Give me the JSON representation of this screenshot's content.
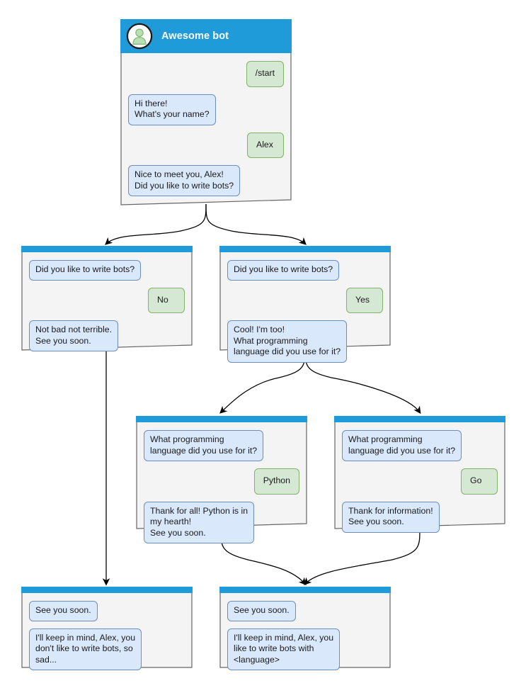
{
  "header": {
    "title": "Awesome bot",
    "avatar_icon": "person-avatar-icon",
    "bar_color": "#1f9bda"
  },
  "colors": {
    "header_blue": "#1f9bda",
    "bot_bubble_fill": "#dae8fc",
    "bot_bubble_border": "#6c8ebf",
    "user_bubble_fill": "#d5e8d4",
    "user_bubble_border": "#82b366",
    "card_fill": "#f4f4f4",
    "card_border": "#666666",
    "edge_stroke": "#000000"
  },
  "nodes": {
    "root": {
      "id": "root",
      "title": "Awesome bot",
      "messages": [
        {
          "side": "user",
          "text": "/start"
        },
        {
          "side": "bot",
          "text": "Hi there!\nWhat's your name?"
        },
        {
          "side": "user",
          "text": "Alex"
        },
        {
          "side": "bot",
          "text": "Nice to meet you, Alex!\nDid you like to write bots?"
        }
      ]
    },
    "no_branch": {
      "id": "no_branch",
      "messages": [
        {
          "side": "bot",
          "text": "Did you like to write bots?"
        },
        {
          "side": "user",
          "text": "No"
        },
        {
          "side": "bot",
          "text": "Not bad not terrible.\nSee you soon."
        }
      ]
    },
    "yes_branch": {
      "id": "yes_branch",
      "messages": [
        {
          "side": "bot",
          "text": "Did you like to write bots?"
        },
        {
          "side": "user",
          "text": "Yes"
        },
        {
          "side": "bot",
          "text": "Cool! I'm too!\nWhat programming\nlanguage did you use for it?"
        }
      ]
    },
    "python_branch": {
      "id": "python_branch",
      "messages": [
        {
          "side": "bot",
          "text": "What programming\nlanguage did you use for it?"
        },
        {
          "side": "user",
          "text": "Python"
        },
        {
          "side": "bot",
          "text": "Thank for all! Python is in\nmy hearth!\nSee you soon."
        }
      ]
    },
    "go_branch": {
      "id": "go_branch",
      "messages": [
        {
          "side": "bot",
          "text": "What programming\nlanguage did you use for it?"
        },
        {
          "side": "user",
          "text": "Go"
        },
        {
          "side": "bot",
          "text": "Thank for information!\nSee you soon."
        }
      ]
    },
    "end_no": {
      "id": "end_no",
      "messages": [
        {
          "side": "bot",
          "text": "See you soon."
        },
        {
          "side": "bot",
          "text": "I'll keep in mind, Alex, you\ndon't like to write bots, so\nsad..."
        }
      ]
    },
    "end_yes": {
      "id": "end_yes",
      "messages": [
        {
          "side": "bot",
          "text": "See you soon."
        },
        {
          "side": "bot",
          "text": "I'll keep in mind, Alex, you\nlike to write bots with\n<language>"
        }
      ]
    }
  }
}
